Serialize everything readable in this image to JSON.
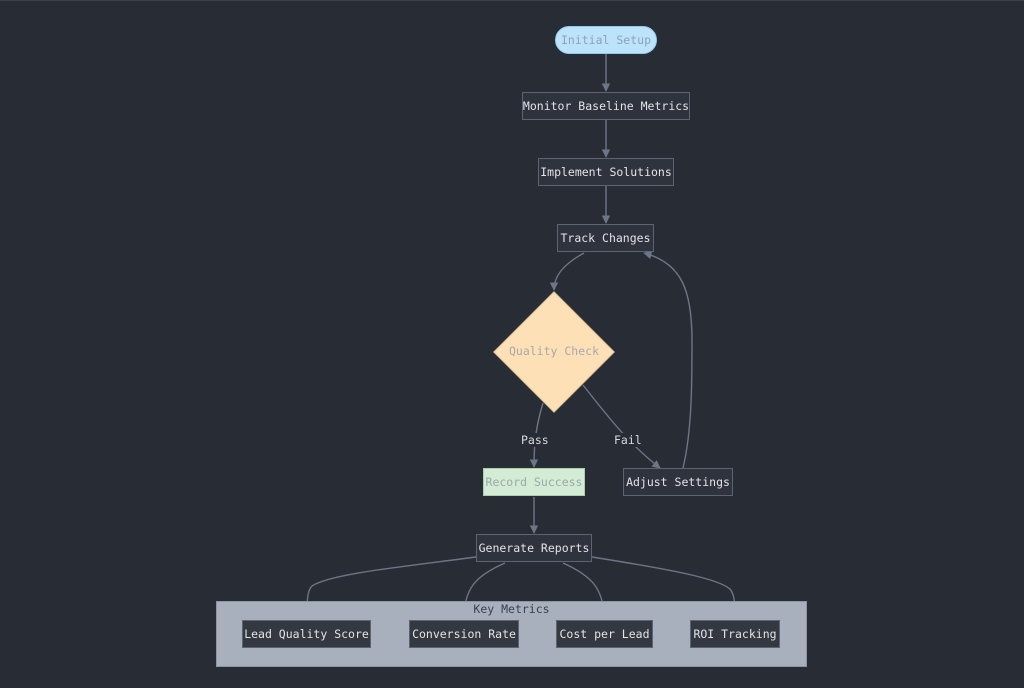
{
  "nodes": {
    "initial_setup": "Initial Setup",
    "monitor_baseline": "Monitor Baseline Metrics",
    "implement_solutions": "Implement Solutions",
    "track_changes": "Track Changes",
    "quality_check": "Quality Check",
    "record_success": "Record Success",
    "adjust_settings": "Adjust Settings",
    "generate_reports": "Generate Reports"
  },
  "edge_labels": {
    "pass": "Pass",
    "fail": "Fail"
  },
  "subgraph": {
    "title": "Key Metrics",
    "items": [
      "Lead Quality Score",
      "Conversion Rate",
      "Cost per Lead",
      "ROI Tracking"
    ]
  },
  "colors": {
    "background": "#282c34",
    "edge": "#6e7587",
    "start_node": "#bde3fb",
    "decision_node": "#fee0b6",
    "success_node": "#d4ecd5",
    "subgraph_fill": "#a8afbd"
  }
}
